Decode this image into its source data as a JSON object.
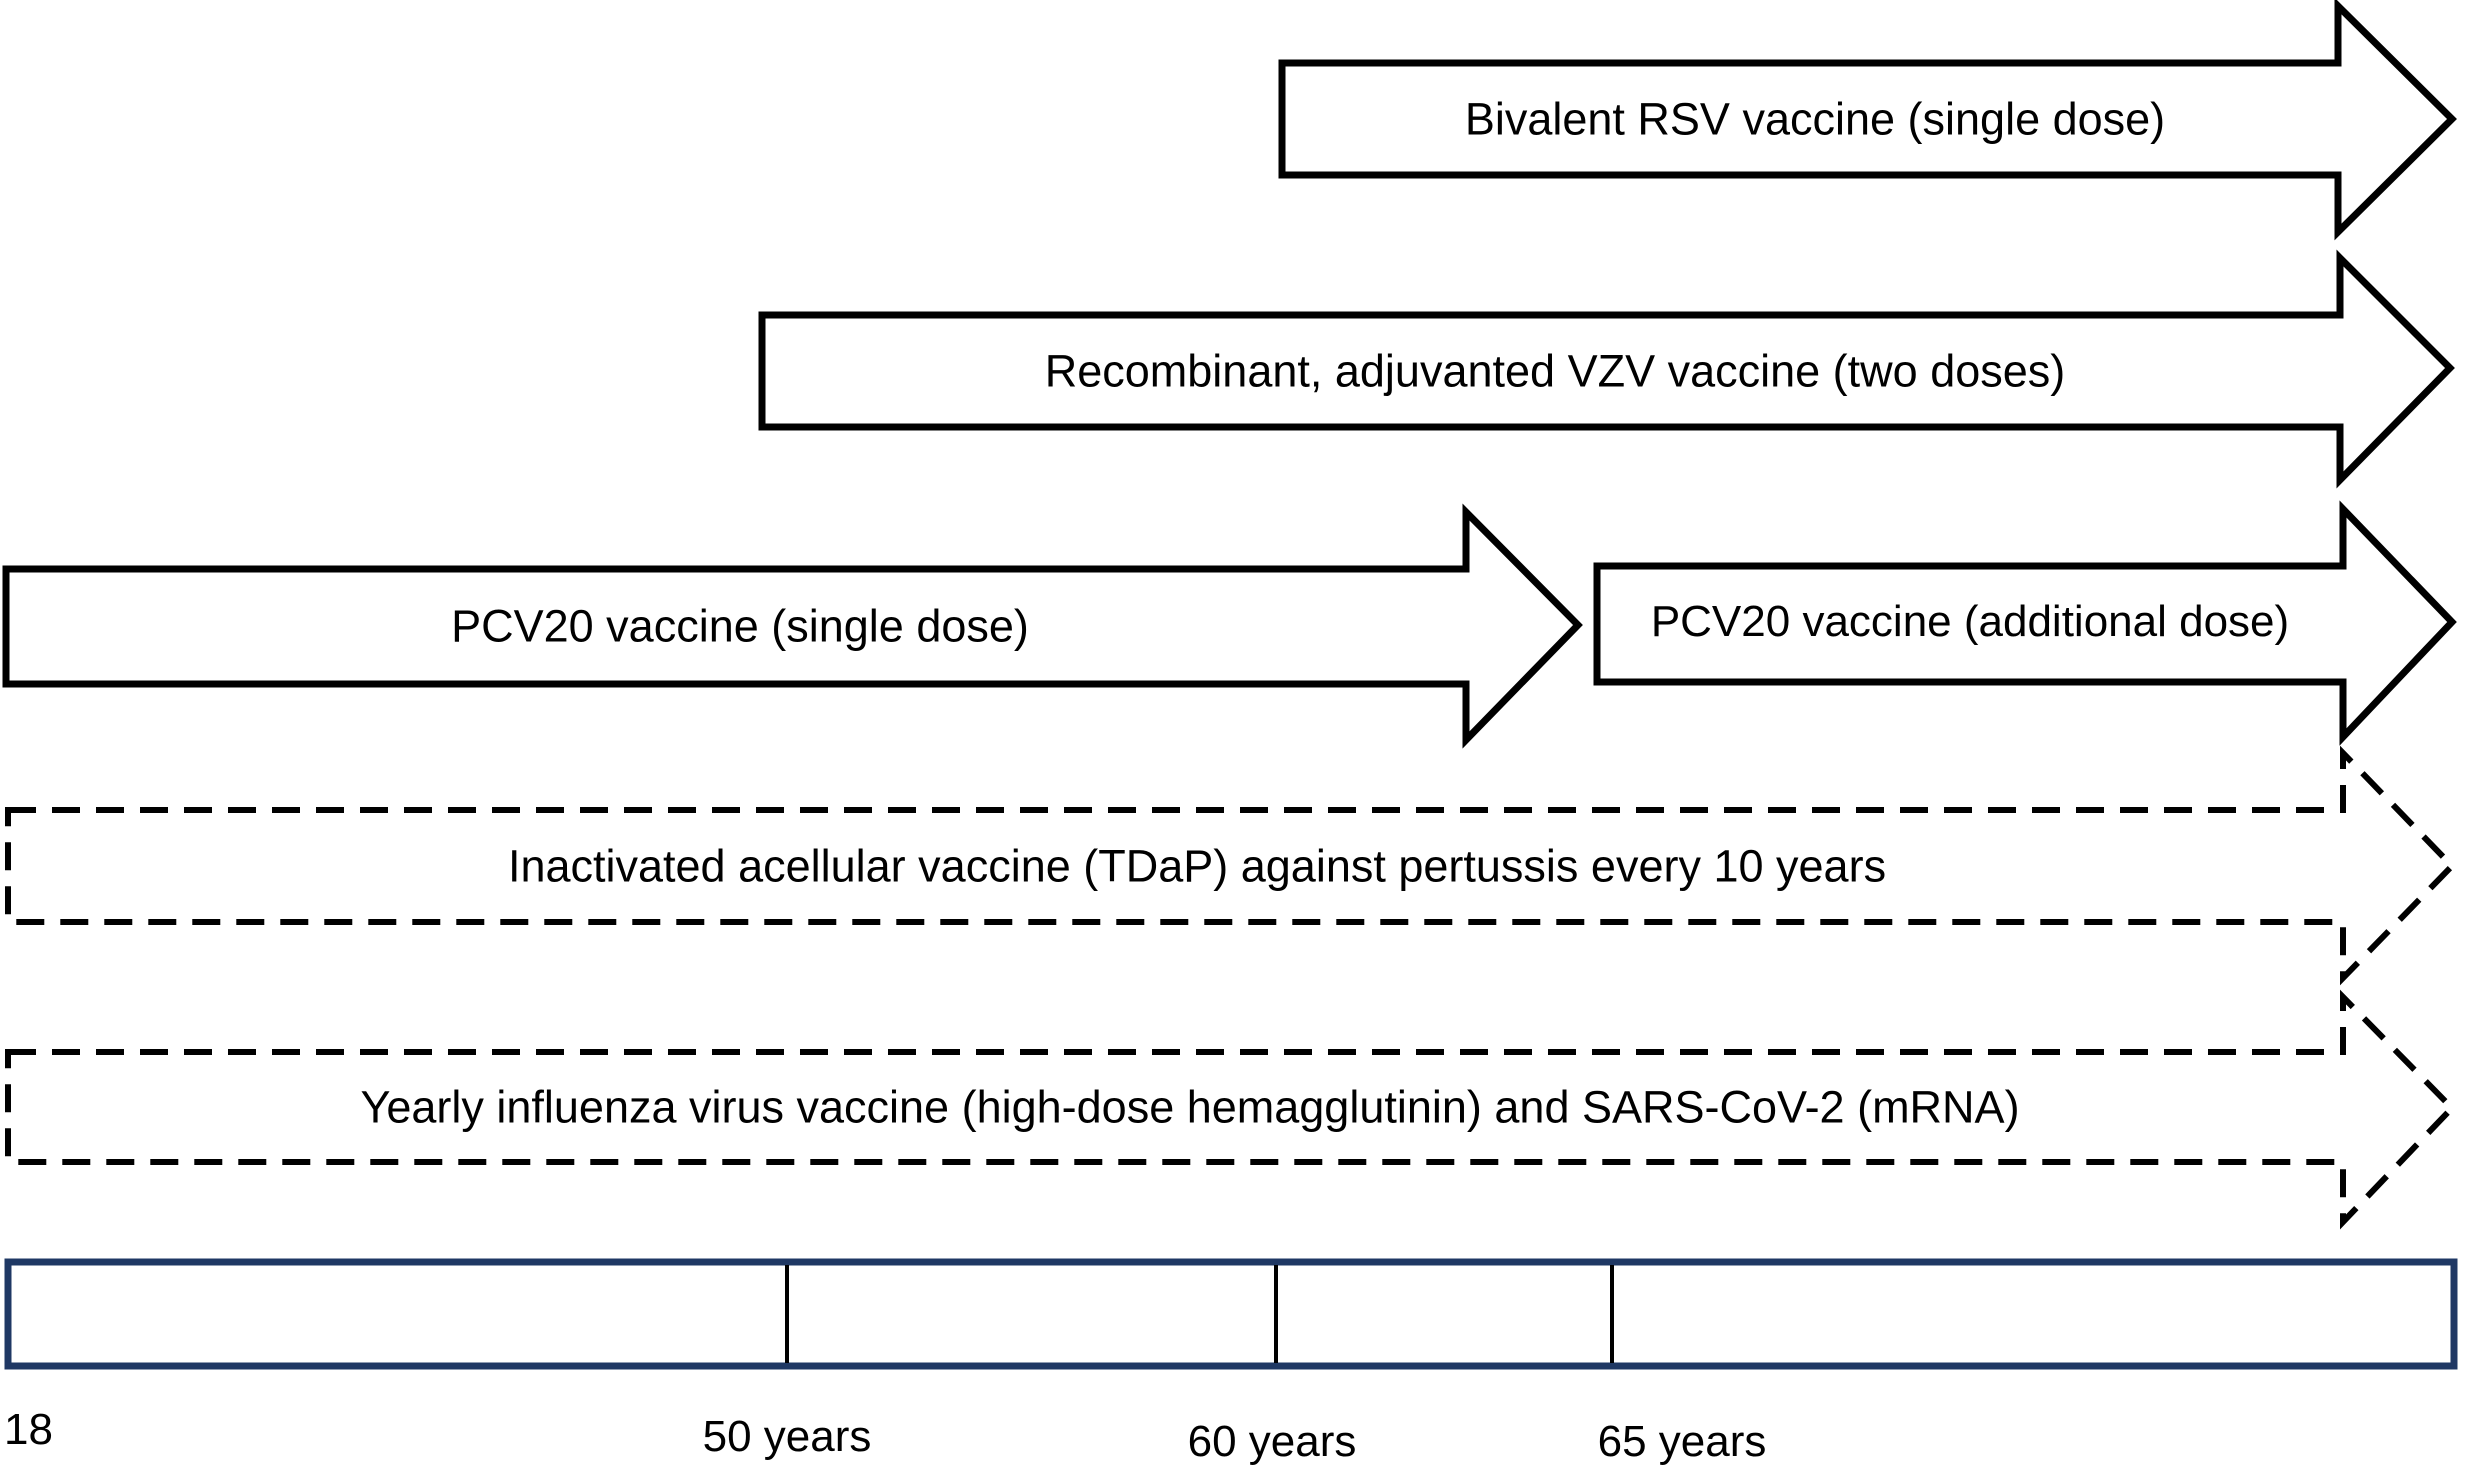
{
  "diagram": {
    "title_hint": "Adult vaccination timeline by age",
    "rows": [
      {
        "id": "rsv",
        "label": "Bivalent RSV vaccine (single dose)",
        "line_style": "solid"
      },
      {
        "id": "vzv",
        "label": "Recombinant, adjuvanted VZV vaccine (two doses)",
        "line_style": "solid"
      },
      {
        "id": "pcv20_single",
        "label": "PCV20 vaccine (single dose)",
        "line_style": "solid"
      },
      {
        "id": "pcv20_additional",
        "label": "PCV20 vaccine (additional dose)",
        "line_style": "solid"
      },
      {
        "id": "tdap",
        "label": "Inactivated acellular vaccine (TDaP) against pertussis every 10 years",
        "line_style": "dashed"
      },
      {
        "id": "flu_covid",
        "label": "Yearly influenza virus vaccine (high-dose hemagglutinin) and SARS-CoV-2 (mRNA)",
        "line_style": "dashed"
      }
    ],
    "timeline": {
      "labels": [
        "18",
        "50 years",
        "60 years",
        "65 years"
      ]
    },
    "colors": {
      "arrow_outline": "#000000",
      "timeline_border": "#1f3864",
      "background": "#ffffff"
    }
  }
}
